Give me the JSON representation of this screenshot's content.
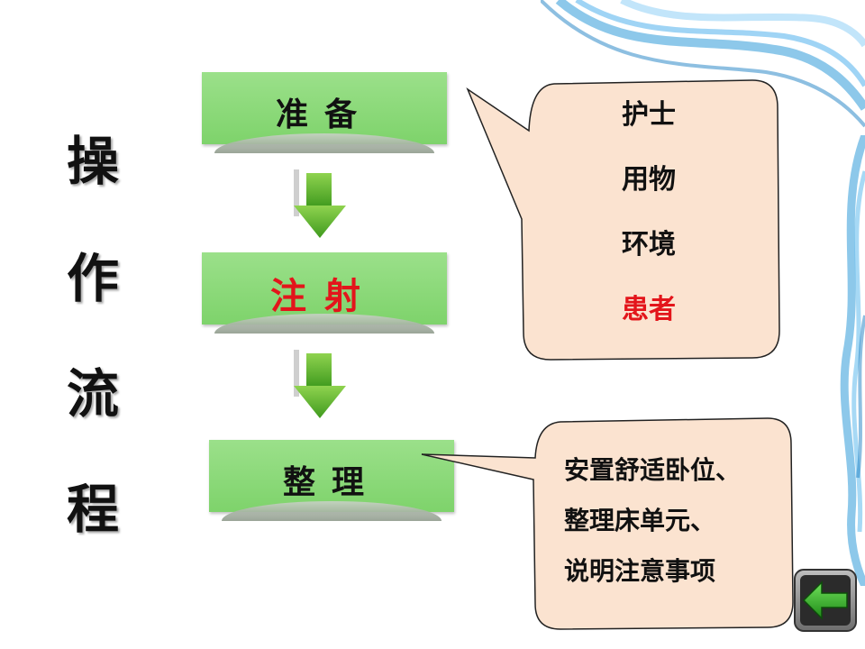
{
  "title_chars": [
    "操",
    "作",
    "流",
    "程"
  ],
  "steps": [
    {
      "label": "准备",
      "color": "#111111"
    },
    {
      "label": "注射",
      "color": "#e3151b"
    },
    {
      "label": "整理",
      "color": "#111111"
    }
  ],
  "prepare_callout": {
    "items": [
      "护士",
      "用物",
      "环境",
      "患者"
    ],
    "highlight_color": "#e3151b"
  },
  "finish_callout": {
    "lines": [
      "安置舒适卧位、",
      "整理床单元、",
      "说明注意事项"
    ]
  },
  "colors": {
    "step_fill": "#8ed97b",
    "callout_fill": "#fbe3d0",
    "arrow_green": "#5cb82e",
    "wave_blue": "#2f9ad9"
  },
  "nav": {
    "back_icon": "back-arrow-icon"
  }
}
